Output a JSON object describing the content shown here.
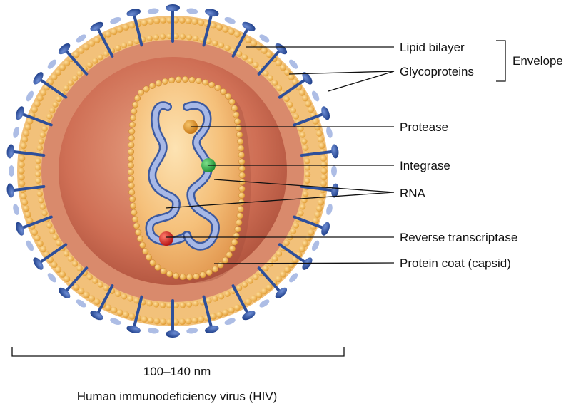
{
  "labels": {
    "lipid_bilayer": "Lipid bilayer",
    "glycoproteins": "Glycoproteins",
    "envelope": "Envelope",
    "protease": "Protease",
    "integrase": "Integrase",
    "rna": "RNA",
    "reverse_transcriptase": "Reverse transcriptase",
    "capsid": "Protein coat (capsid)"
  },
  "scale": "100–140 nm",
  "caption": "Human immunodeficiency virus (HIV)",
  "colors": {
    "membrane_bead": "#f0b24a",
    "matrix": "#d8876a",
    "interior": "#c5654e",
    "glycoprotein": "#2e4f9a",
    "rna": "#8fa3d6",
    "protease": "#d98a20",
    "integrase": "#22a040",
    "reverse_transcriptase": "#d42020"
  }
}
